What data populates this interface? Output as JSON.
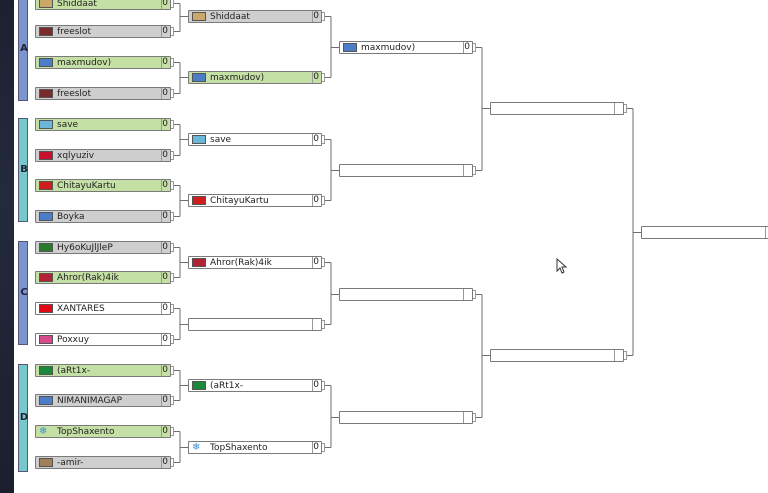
{
  "groups": [
    {
      "label": "A"
    },
    {
      "label": "B"
    },
    {
      "label": "C"
    },
    {
      "label": "D"
    }
  ],
  "round1": [
    {
      "name": "Shiddaat",
      "score": "0",
      "state": "win",
      "flag": "#c9a86a"
    },
    {
      "name": "freeslot",
      "score": "0",
      "state": "loss",
      "flag": "#7a2a2a"
    },
    {
      "name": "maxmudov)",
      "score": "0",
      "state": "win",
      "flag": "#4a7ec6"
    },
    {
      "name": "freeslot",
      "score": "0",
      "state": "loss",
      "flag": "#7a2a2a"
    },
    {
      "name": "save",
      "score": "0",
      "state": "win",
      "flag": "#6bb7d9"
    },
    {
      "name": "xqlyuziv",
      "score": "0",
      "state": "loss",
      "flag": "#c8102e"
    },
    {
      "name": "ChitayuKartu",
      "score": "0",
      "state": "win",
      "flag": "#d01c1c"
    },
    {
      "name": "Boyka",
      "score": "0",
      "state": "loss",
      "flag": "#4a7ec6"
    },
    {
      "name": "Hy6oKuJlJleP",
      "score": "0",
      "state": "loss",
      "flag": "#2c7a2c"
    },
    {
      "name": "Ahror(Rak)4ik",
      "score": "0",
      "state": "win",
      "flag": "#b22234"
    },
    {
      "name": "XANTARES",
      "score": "0",
      "state": "plain",
      "flag": "#e30a17"
    },
    {
      "name": "Poxxuy",
      "score": "0",
      "state": "plain",
      "flag": "#d94a8c"
    },
    {
      "name": "(aRt1x-",
      "score": "0",
      "state": "win",
      "flag": "#1a8a3a"
    },
    {
      "name": "NIMANIMAGAP",
      "score": "0",
      "state": "loss",
      "flag": "#4a7ec6"
    },
    {
      "name": "TopShaxento",
      "score": "0",
      "state": "win",
      "flag": "#ffffff"
    },
    {
      "name": "-amir-",
      "score": "0",
      "state": "loss",
      "flag": "#a0805a"
    }
  ],
  "round2": [
    {
      "name": "Shiddaat",
      "score": "0",
      "state": "loss",
      "flag": "#c9a86a"
    },
    {
      "name": "maxmudov)",
      "score": "0",
      "state": "win",
      "flag": "#4a7ec6"
    },
    {
      "name": "save",
      "score": "0",
      "state": "plain",
      "flag": "#6bb7d9"
    },
    {
      "name": "ChitayuKartu",
      "score": "0",
      "state": "plain",
      "flag": "#d01c1c"
    },
    {
      "name": "Ahror(Rak)4ik",
      "score": "0",
      "state": "plain",
      "flag": "#b22234"
    },
    {
      "name": "",
      "score": "",
      "state": "plain",
      "flag": ""
    },
    {
      "name": "(aRt1x-",
      "score": "0",
      "state": "plain",
      "flag": "#1a8a3a"
    },
    {
      "name": "TopShaxento",
      "score": "0",
      "state": "plain",
      "flag": "#ffffff"
    }
  ],
  "round3": [
    {
      "name": "maxmudov)",
      "score": "0",
      "state": "plain",
      "flag": "#4a7ec6"
    },
    {
      "name": "",
      "score": "",
      "state": "plain",
      "flag": ""
    },
    {
      "name": "",
      "score": "",
      "state": "plain",
      "flag": ""
    },
    {
      "name": "",
      "score": "",
      "state": "plain",
      "flag": ""
    }
  ],
  "round4": [
    {
      "name": "",
      "score": "",
      "state": "plain",
      "flag": ""
    },
    {
      "name": "",
      "score": "",
      "state": "plain",
      "flag": ""
    }
  ],
  "round5": [
    {
      "name": "",
      "score": "",
      "state": "plain",
      "flag": ""
    }
  ],
  "icons": {
    "snowflake": "snowflake-icon",
    "cursor": "mouse-cursor-icon"
  }
}
